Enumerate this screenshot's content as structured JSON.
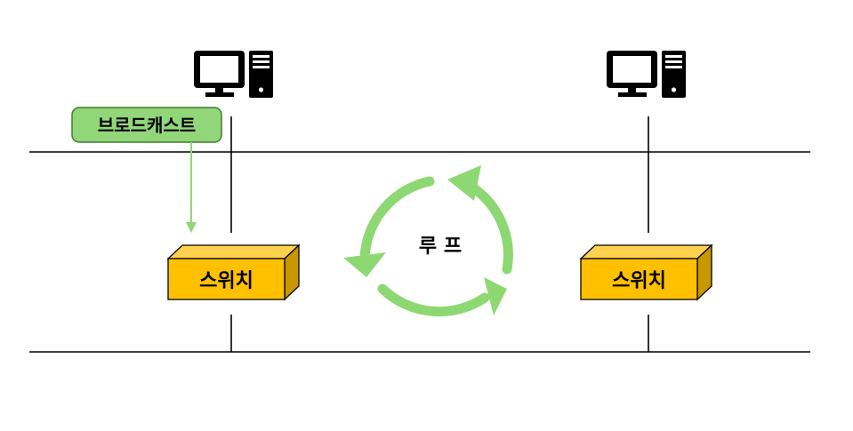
{
  "labels": {
    "broadcast": "브로드캐스트",
    "loop": "루 프",
    "switch_left": "스위치",
    "switch_right": "스위치"
  },
  "icons": {
    "computer_left": "desktop-computer-icon",
    "computer_right": "desktop-computer-icon",
    "loop_arrows": "cycle-arrows-icon"
  },
  "colors": {
    "line": "#000000",
    "broadcast_fill": "#92D67A",
    "broadcast_border": "#3E7D2A",
    "arrow_green": "#8ED873",
    "switch_front": "#FFC000",
    "switch_top": "#FFD24D",
    "switch_side": "#C99700",
    "switch_border": "#000000"
  }
}
